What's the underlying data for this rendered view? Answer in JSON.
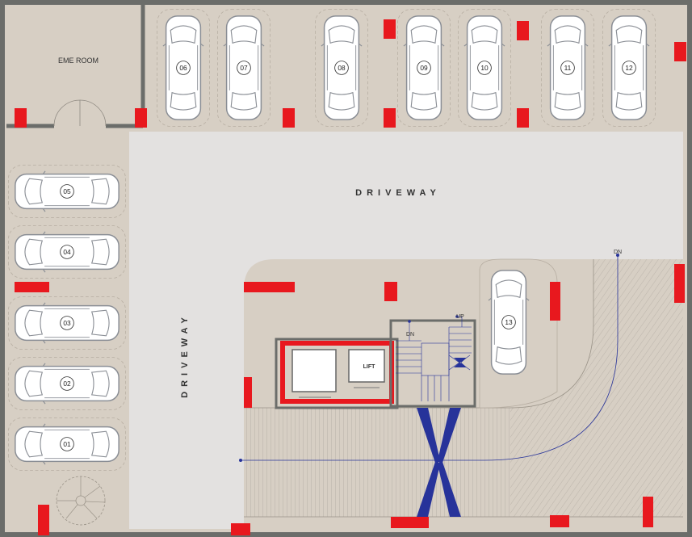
{
  "labels": {
    "eme_room": "EME ROOM",
    "driveway_horizontal": "DRIVEWAY",
    "driveway_vertical": "DRIVEWAY",
    "lift": "LIFT",
    "stair_up": "UP",
    "stair_down": "DN",
    "ramp_down": "DN"
  },
  "parking": {
    "top_row": [
      "06",
      "07",
      "08",
      "09",
      "10",
      "11",
      "12"
    ],
    "left_column": [
      "05",
      "04",
      "03",
      "02",
      "01"
    ],
    "island": "13"
  },
  "colors": {
    "floor": "#d7cfc4",
    "driveway": "#e3e1e0",
    "wall": "#6b6d6a",
    "column": "#e8181e",
    "arrow": "#27339a"
  }
}
